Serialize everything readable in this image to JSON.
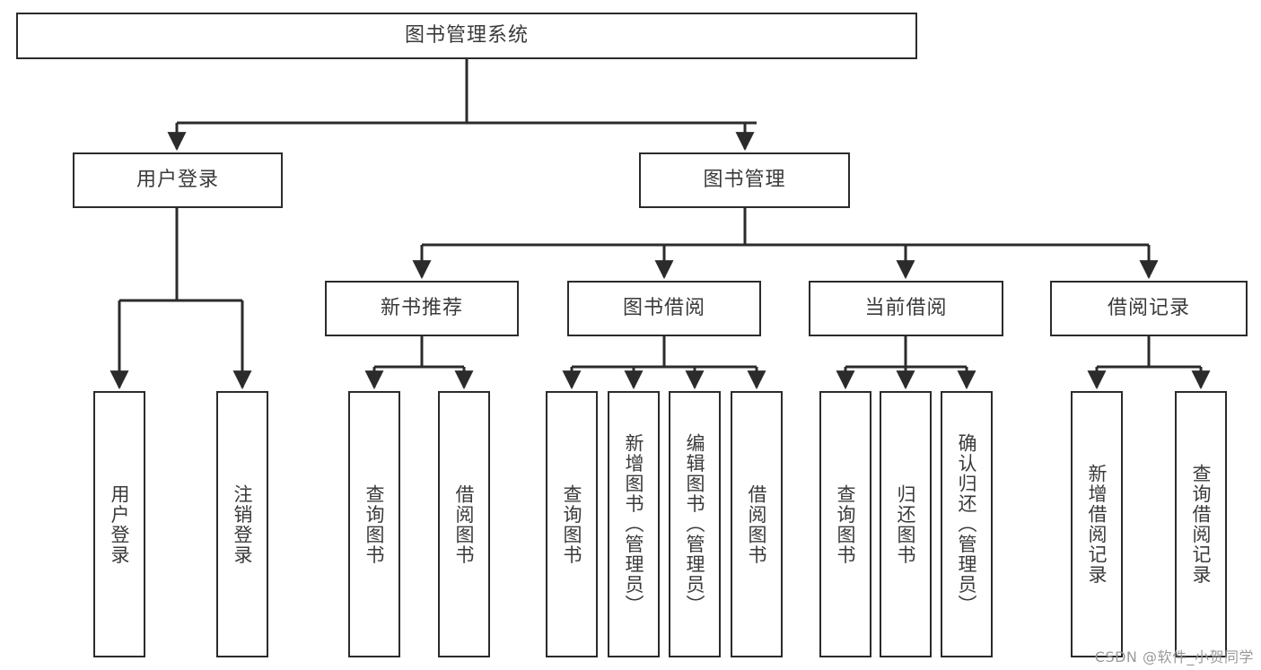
{
  "diagram": {
    "title": "图书管理系统",
    "type": "tree",
    "watermark": "CSDN @软件_小贺同学",
    "colors": {
      "stroke": "#2b2b2b",
      "text": "#3a3a3a",
      "background": "#ffffff",
      "watermark": "#9a9a9a"
    },
    "nodes": {
      "root": {
        "label": "图书管理系统"
      },
      "level2": [
        {
          "id": "user-login",
          "label": "用户登录"
        },
        {
          "id": "book-manage",
          "label": "图书管理"
        }
      ],
      "level3": [
        {
          "id": "new-book-rec",
          "label": "新书推荐"
        },
        {
          "id": "book-borrow",
          "label": "图书借阅"
        },
        {
          "id": "current-borrow",
          "label": "当前借阅"
        },
        {
          "id": "borrow-record",
          "label": "借阅记录"
        }
      ],
      "leaves": [
        {
          "id": "leaf-user-login",
          "label": "用户登录",
          "parent": "user-login"
        },
        {
          "id": "leaf-user-logout",
          "label": "注销登录",
          "parent": "user-login"
        },
        {
          "id": "leaf-query-book-1",
          "label": "查询图书",
          "parent": "new-book-rec"
        },
        {
          "id": "leaf-borrow-book-1",
          "label": "借阅图书",
          "parent": "new-book-rec"
        },
        {
          "id": "leaf-query-book-2",
          "label": "查询图书",
          "parent": "book-borrow"
        },
        {
          "id": "leaf-add-book",
          "label": "新增图书（管理员）",
          "parent": "book-borrow"
        },
        {
          "id": "leaf-edit-book",
          "label": "编辑图书（管理员）",
          "parent": "book-borrow"
        },
        {
          "id": "leaf-borrow-book-2",
          "label": "借阅图书",
          "parent": "book-borrow"
        },
        {
          "id": "leaf-query-book-3",
          "label": "查询图书",
          "parent": "current-borrow"
        },
        {
          "id": "leaf-return-book",
          "label": "归还图书",
          "parent": "current-borrow"
        },
        {
          "id": "leaf-confirm-return",
          "label": "确认归还（管理员）",
          "parent": "current-borrow"
        },
        {
          "id": "leaf-add-record",
          "label": "新增借阅记录",
          "parent": "borrow-record"
        },
        {
          "id": "leaf-query-record",
          "label": "查询借阅记录",
          "parent": "borrow-record"
        }
      ]
    }
  }
}
